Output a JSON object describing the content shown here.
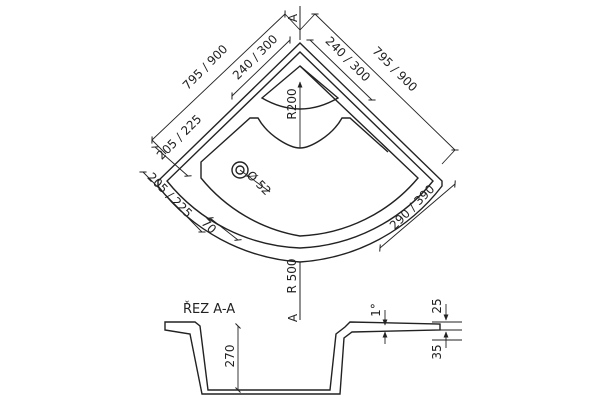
{
  "plan": {
    "section_mark_top": "A",
    "section_mark_bottom": "A",
    "dim_outer_left": "795 / 900",
    "dim_outer_right": "795 / 900",
    "dim_inner_left": "240 / 300",
    "dim_inner_right": "240 / 300",
    "dim_side_upper": "205 / 225",
    "dim_side_lower": "205 / 225",
    "dim_radius_inner": "R200",
    "dim_radius_outer": "R 500",
    "dim_drain": "Ø 52",
    "dim_offset": "70",
    "dim_depth_right": "290 / 390"
  },
  "section": {
    "title": "ŘEZ A-A",
    "dim_height": "270",
    "dim_angle": "1°",
    "dim_rim": "25",
    "dim_lip": "35"
  }
}
